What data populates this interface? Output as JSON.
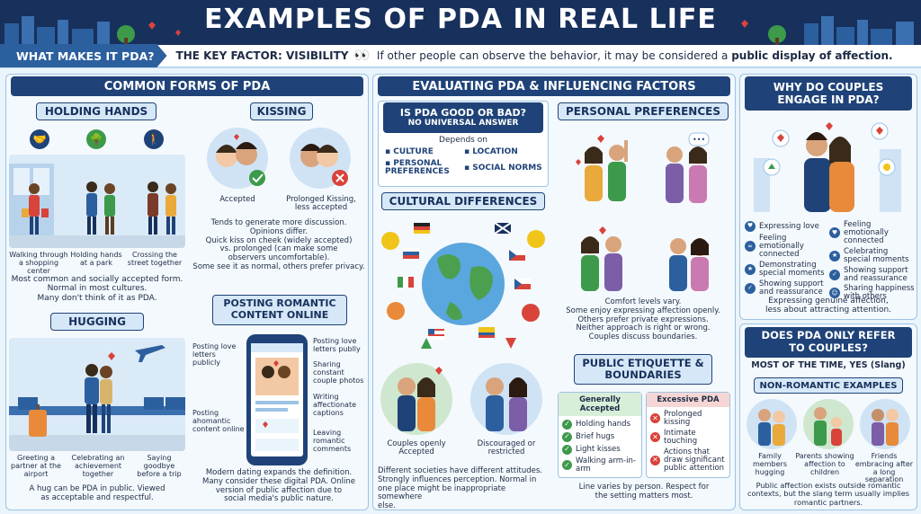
{
  "title": "EXAMPLES OF PDA IN REAL LIFE",
  "keybar": {
    "label": "WHAT MAKES IT PDA?",
    "key_factor": "THE KEY FACTOR: VISIBILITY",
    "desc_pre": "If other people can observe the behavior, it may be considered a",
    "desc_bold": "public display of affection."
  },
  "common": {
    "header": "COMMON FORMS OF PDA",
    "holding": {
      "title": "HOLDING HANDS",
      "captions": [
        "Walking through a shopping center",
        "Holding hands at a park",
        "Crossing the street together"
      ],
      "text": [
        "Most common and socially accepted form.",
        "Normal in most cultures.",
        "Many don't think of it as PDA."
      ]
    },
    "kissing": {
      "title": "KISSING",
      "cap_left": "Accepted",
      "cap_right": "Prolonged Kissing, less accepted",
      "text": [
        "Tends to generate more discussion.",
        "Opinions differ.",
        "Quick kiss on cheek (widely accepted)",
        "vs. prolonged (can make some",
        "observers uncomfortable).",
        "Some see it as normal, others prefer privacy."
      ]
    },
    "hugging": {
      "title": "HUGGING",
      "captions": [
        "Greeting a partner at the airport",
        "Celebrating an achievement together",
        "Saying goodbye before a trip"
      ],
      "text": [
        "A hug can be PDA in public. Viewed",
        "as acceptable and respectful."
      ]
    },
    "posting": {
      "title": "POSTING ROMANTIC CONTENT ONLINE",
      "labels_left": [
        "Posting love letters publicly",
        "Posting ahomantic content online"
      ],
      "labels_right": [
        "Posting love letters publly",
        "Sharing constant couple photos",
        "Writing affectionate captions",
        "Leaving romantic comments"
      ],
      "text": [
        "Modern dating expands the definition.",
        "Many consider these digital PDA. Online",
        "version of public affection due to",
        "social media's public nature."
      ]
    }
  },
  "evaluating": {
    "header": "EVALUATING PDA & INFLUENCING FACTORS",
    "good_bad": {
      "title": "IS PDA GOOD OR BAD?",
      "subtitle": "NO UNIVERSAL ANSWER",
      "depends": "Depends on",
      "factors": [
        "CULTURE",
        "LOCATION",
        "PERSONAL PREFERENCES",
        "SOCIAL NORMS"
      ]
    },
    "cultural": {
      "title": "CULTURAL DIFFERENCES",
      "cap_left": "Couples openly Accepted",
      "cap_right": "Discouraged or restricted",
      "text": [
        "Different societies have different attitudes.",
        "Strongly influences perception. Normal in",
        "one place might be inappropriate somewhere",
        "else."
      ]
    },
    "personal": {
      "title": "PERSONAL PREFERENCES",
      "text": [
        "Comfort levels vary.",
        "Some enjoy expressing affection openly.",
        "Others prefer private expressions.",
        "Neither approach is right or wrong.",
        "Couples discuss boundaries."
      ]
    },
    "etiquette": {
      "title": "PUBLIC ETIQUETTE & BOUNDARIES",
      "accepted_title": "Generally Accepted",
      "accepted": [
        "Holding hands",
        "Brief hugs",
        "Light kisses",
        "Walking arm-in-arm"
      ],
      "excessive_title": "Excessive PDA",
      "excessive": [
        "Prolonged kissing",
        "Intimate touching",
        "Actions that draw significant public attention"
      ],
      "text": [
        "Line varies by person. Respect for",
        "the setting matters most."
      ]
    }
  },
  "why": {
    "header": "WHY DO COUPLES ENGAGE IN PDA?",
    "left": [
      "Expressing love",
      "Feeling emotionally connected",
      "Demonstrating special moments",
      "Showing support and reassurance"
    ],
    "right": [
      "Feeling emotionally connected",
      "Celebrating special moments",
      "Showing support and reassurance",
      "Sharing happiness with others"
    ],
    "text": [
      "Expressing genuine affection,",
      "less about attracting attention."
    ]
  },
  "couples_only": {
    "header": "DOES PDA ONLY REFER TO COUPLES?",
    "answer": "MOST OF THE TIME, YES (Slang)",
    "nonrom_title": "NON-ROMANTIC EXAMPLES",
    "captions": [
      "Family members hugging",
      "Parents showing affection to children",
      "Friends embracing after a long separation"
    ],
    "text": [
      "Public affection exists outside romantic",
      "contexts, but the slang term usually implies",
      "romantic partners."
    ]
  },
  "colors": {
    "navy": "#17305c",
    "blue": "#1f4378",
    "accent": "#2c5f9e",
    "red": "#d8433a",
    "green": "#3c9a4a",
    "light": "#eaf4fb"
  }
}
